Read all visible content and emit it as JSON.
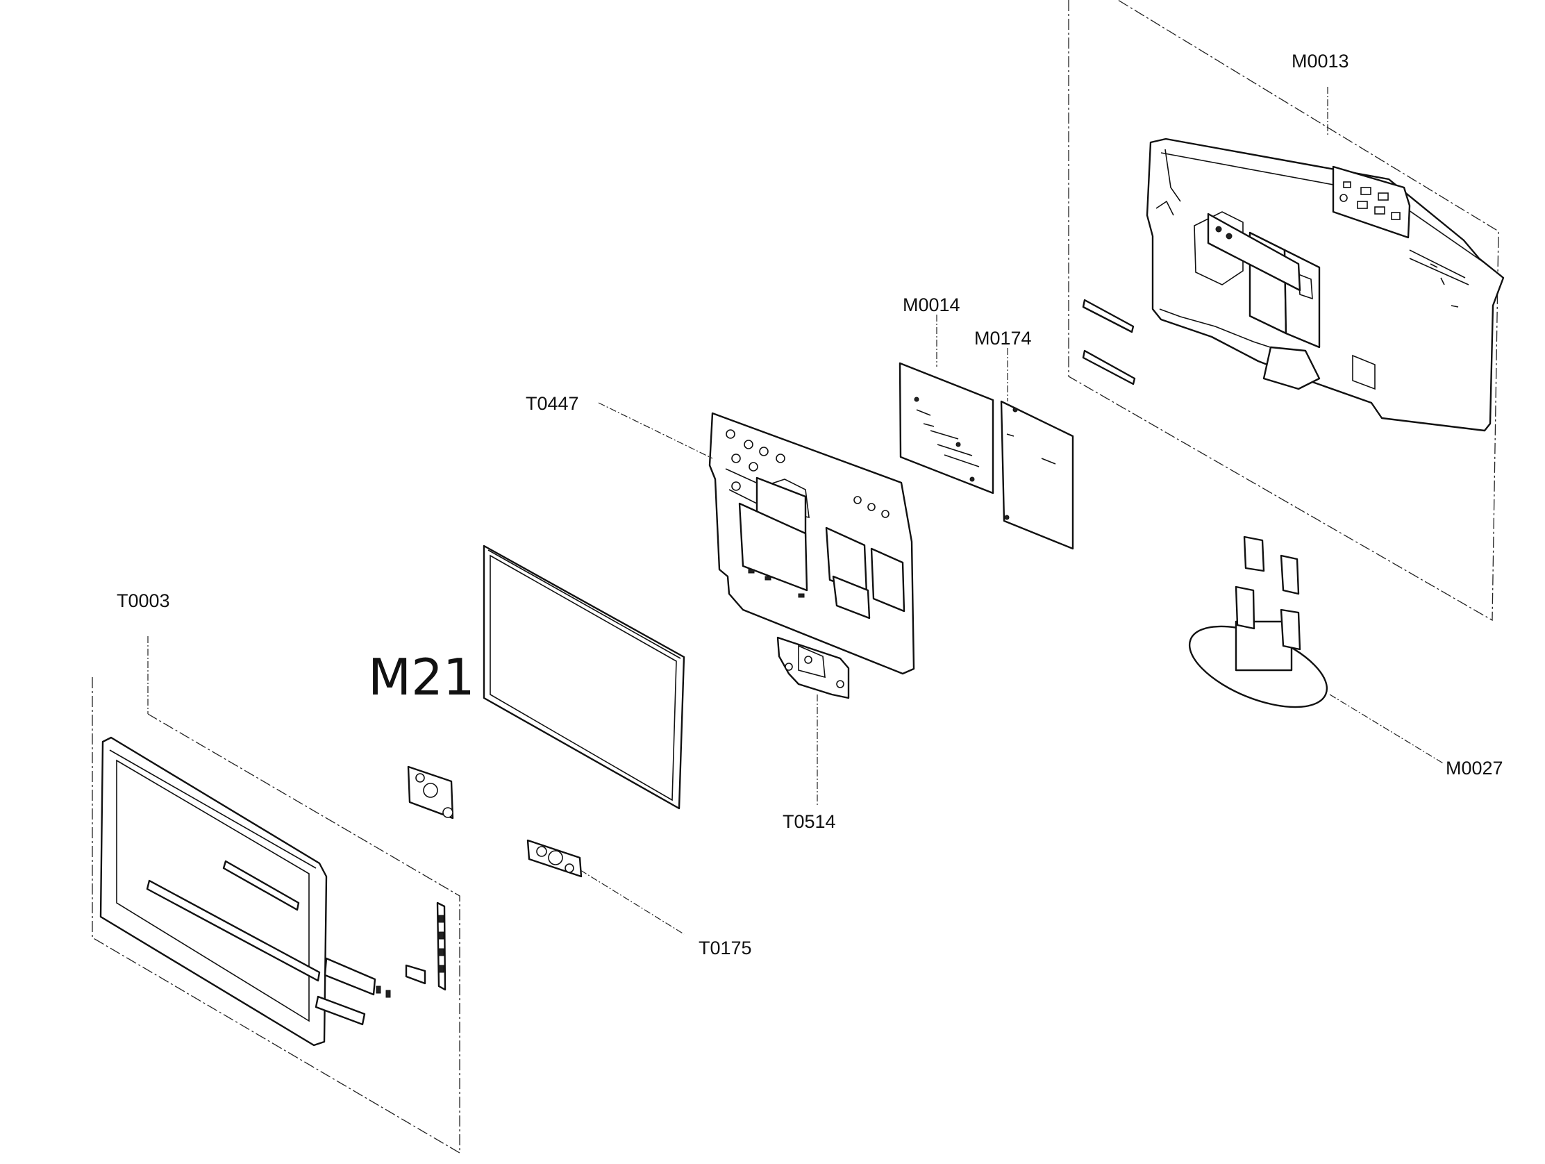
{
  "labels": {
    "m0013": "M0013",
    "m0014": "M0014",
    "m0174": "M0174",
    "t0447": "T0447",
    "t0003": "T0003",
    "m21": "M21",
    "t0514": "T0514",
    "m0027": "M0027",
    "t0175": "T0175"
  }
}
